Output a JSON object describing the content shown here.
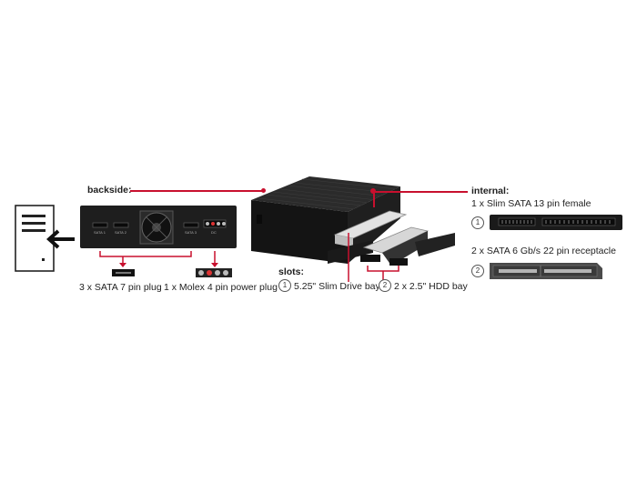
{
  "labels": {
    "backside": "backside:",
    "sata_plug": "3 x SATA 7 pin plug",
    "molex_plug": "1 x Molex 4 pin power plug",
    "slots": "slots:",
    "slot1_num": "1",
    "slot1": "5.25\" Slim Drive bay",
    "slot2_num": "2",
    "slot2": "2 x 2.5\" HDD bay",
    "internal": "internal:",
    "internal1": "1 x Slim SATA 13 pin female",
    "internal1_num": "1",
    "internal2": "2 x SATA 6 Gb/s 22 pin receptacle",
    "internal2_num": "2"
  },
  "panel": {
    "sata1": "SATA 1",
    "sata2": "SATA 2",
    "sata3": "SATA 3",
    "dc": "DC"
  },
  "colors": {
    "accent": "#c8102e",
    "device": "#1c1c1c"
  },
  "icons": [
    "computer-tower-icon",
    "arrow-left-icon",
    "sata-plug-icon",
    "molex-plug-icon",
    "fan-icon"
  ]
}
